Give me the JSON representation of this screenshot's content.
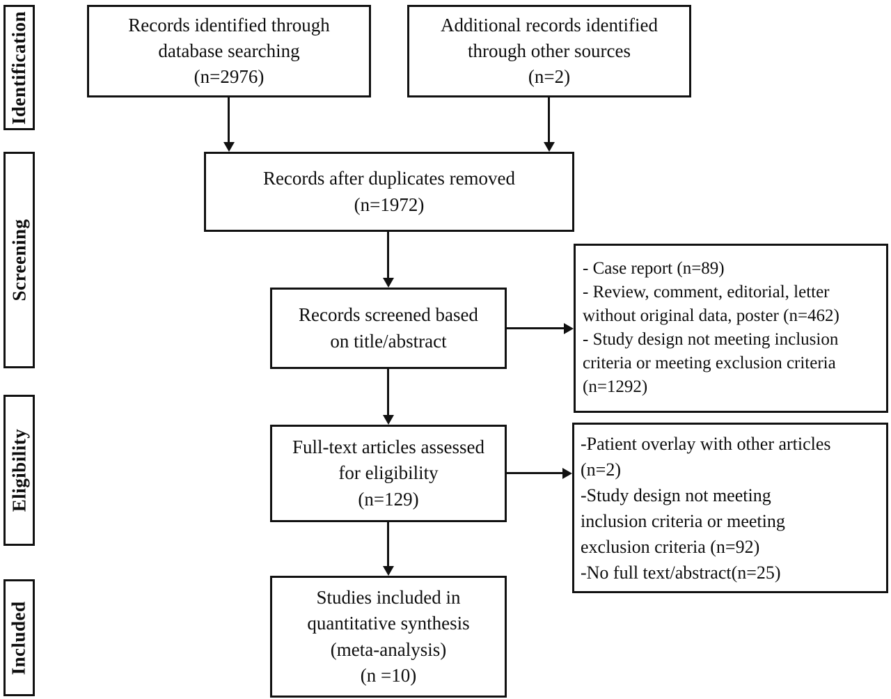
{
  "figure": {
    "type": "prisma-flow-diagram",
    "background_color": "#ffffff",
    "line_color": "#111111",
    "text_color": "#0d0d0d",
    "stages": [
      {
        "label": "Identification"
      },
      {
        "label": "Screening"
      },
      {
        "label": "Eligibility"
      },
      {
        "label": "Included"
      }
    ],
    "nodes": {
      "database_search": {
        "lines": [
          "Records identified through",
          "database searching",
          "(n=2976)"
        ]
      },
      "other_sources": {
        "lines": [
          "Additional records identified",
          "through other sources",
          "(n=2)"
        ]
      },
      "after_duplicates": {
        "lines": [
          "Records after duplicates removed",
          "(n=1972)"
        ]
      },
      "screened": {
        "lines": [
          "Records screened based",
          "on title/abstract"
        ]
      },
      "excluded_screening": {
        "lines": [
          "- Case report (n=89)",
          "- Review, comment, editorial, letter",
          "without original data, poster (n=462)",
          "- Study design not meeting inclusion",
          "criteria or meeting exclusion criteria",
          "(n=1292)"
        ]
      },
      "fulltext_assessed": {
        "lines": [
          "Full-text articles assessed",
          "for eligibility",
          "(n=129)"
        ]
      },
      "excluded_fulltext": {
        "lines": [
          "-Patient overlay with other articles",
          "(n=2)",
          "-Study design not meeting",
          "inclusion criteria or meeting",
          "exclusion criteria (n=92)",
          "-No full text/abstract(n=25)"
        ]
      },
      "included_synthesis": {
        "lines": [
          "Studies included in",
          "quantitative synthesis",
          "(meta-analysis)",
          "(n =10)"
        ]
      }
    }
  }
}
